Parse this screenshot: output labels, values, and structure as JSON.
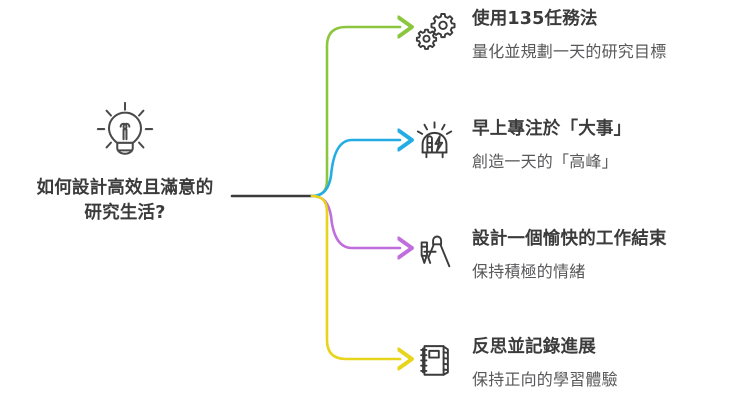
{
  "diagram": {
    "type": "mind-map",
    "background_color": "#ffffff",
    "root": {
      "icon": "lightbulb-icon",
      "label": "如何設計高效且滿意的\n研究生活?",
      "label_line_1": "如何設計高效且滿意的",
      "label_line_2": "研究生活?",
      "text_color": "#3b3b3b",
      "connector_color": "#3b3b3b"
    },
    "branches": [
      {
        "id": "branch-1",
        "icon": "gears-icon",
        "title": "使用135任務法",
        "subtitle": "量化並規劃一天的研究目標",
        "color": "#8cc63e"
      },
      {
        "id": "branch-2",
        "icon": "brain-lightning-icon",
        "title": "早上專注於「大事」",
        "subtitle": "創造一天的「高峰」",
        "color": "#24ade4"
      },
      {
        "id": "branch-3",
        "icon": "compass-divider-icon",
        "title": "設計一個愉快的工作結束",
        "subtitle": "保持積極的情緒",
        "color": "#c06ede"
      },
      {
        "id": "branch-4",
        "icon": "notebook-icon",
        "title": "反思並記錄進展",
        "subtitle": "保持正向的學習體驗",
        "color": "#e8d41a"
      }
    ]
  }
}
